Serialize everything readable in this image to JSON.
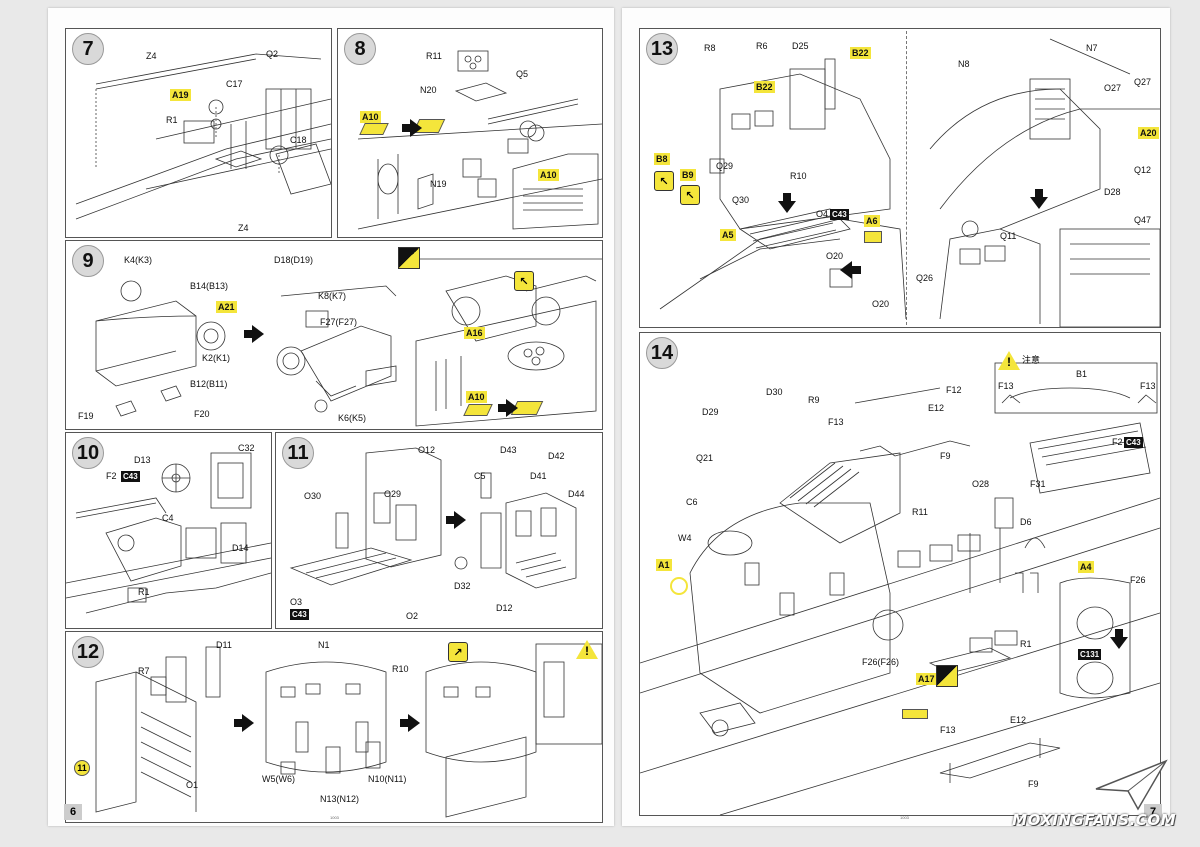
{
  "pages": {
    "left_number": "6",
    "right_number": "7",
    "left_code": "1003",
    "right_code": "1003"
  },
  "watermark": "MOXINGFANS.COM",
  "colors": {
    "highlight": "#f4e53b",
    "black_tag": "#111111"
  },
  "steps": {
    "s7": {
      "num": "7",
      "labels": [
        "Z4",
        "Q2",
        "A19",
        "C17",
        "R1",
        "C18",
        "Z4"
      ]
    },
    "s8": {
      "num": "8",
      "labels": [
        "R11",
        "N20",
        "Q5",
        "A10",
        "N19",
        "A10"
      ]
    },
    "s9": {
      "num": "9",
      "labels": [
        "K4(K3)",
        "D18(D19)",
        "B14(B13)",
        "A21",
        "K8(K7)",
        "F27(F27)",
        "K2(K1)",
        "B12(B11)",
        "F19",
        "F20",
        "K6(K5)",
        "A16",
        "A10"
      ]
    },
    "s10": {
      "num": "10",
      "labels": [
        "D13",
        "C32",
        "F2",
        "C43",
        "C4",
        "D14",
        "R1"
      ]
    },
    "s11": {
      "num": "11",
      "labels": [
        "O12",
        "D43",
        "D42",
        "O30",
        "O29",
        "C5",
        "D41",
        "D44",
        "O3",
        "C43",
        "D32",
        "D12",
        "O2"
      ]
    },
    "s12": {
      "num": "12",
      "labels": [
        "D11",
        "N1",
        "R7",
        "R10",
        "11",
        "O1",
        "W5(W6)",
        "N13(N12)",
        "N10(N11)"
      ]
    },
    "s13": {
      "num": "13",
      "labels": [
        "R8",
        "R6",
        "D25",
        "B22",
        "B22",
        "N8",
        "N7",
        "Q27",
        "O27",
        "A20",
        "B8",
        "B9",
        "Q29",
        "R10",
        "Q30",
        "D28",
        "Q12",
        "O4",
        "C43",
        "A6",
        "A5",
        "O20",
        "O20",
        "Q11",
        "Q47",
        "Q26"
      ]
    },
    "s14": {
      "num": "14",
      "note": "注意",
      "labels": [
        "D30",
        "R9",
        "D29",
        "F12",
        "F13",
        "E12",
        "B1",
        "F13",
        "F13",
        "F9",
        "Q21",
        "F2",
        "C43",
        "C6",
        "O28",
        "R11",
        "F31",
        "W4",
        "D6",
        "A1",
        "A4",
        "F26",
        "R1",
        "C131",
        "F26(F26)",
        "A17",
        "F13",
        "E12",
        "F9"
      ]
    }
  }
}
